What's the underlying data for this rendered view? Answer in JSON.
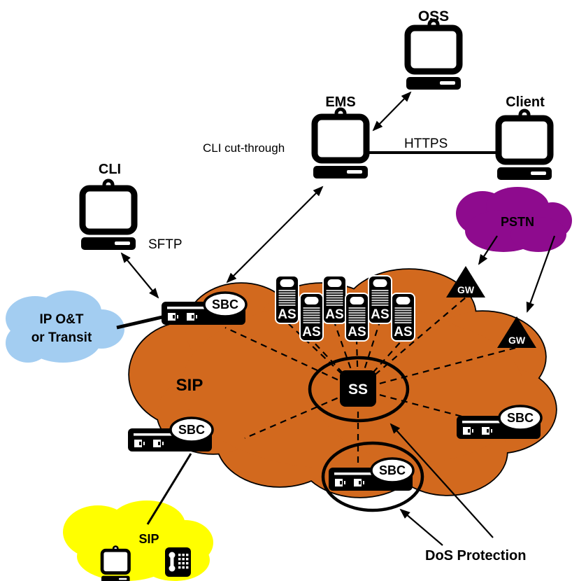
{
  "colors": {
    "cloud_orange": "#D2691E",
    "cloud_purple": "#8E0B8E",
    "cloud_blue": "#A3CDF1",
    "cloud_yellow": "#FFFF00",
    "blue_cloud_text": "#1E3C78"
  },
  "labels": {
    "oss": "OSS",
    "ems": "EMS",
    "client": "Client",
    "cli": "CLI",
    "cli_cut_through": "CLI cut-through",
    "https": "HTTPS",
    "sftp": "SFTP",
    "ip_cloud_line1": "IP O&T",
    "ip_cloud_line2": "or Transit",
    "pstn": "PSTN",
    "sip_core": "SIP",
    "sip_access": "SIP",
    "ss": "SS",
    "as": "AS",
    "sbc": "SBC",
    "gw": "GW",
    "dos_protection": "DoS Protection"
  }
}
